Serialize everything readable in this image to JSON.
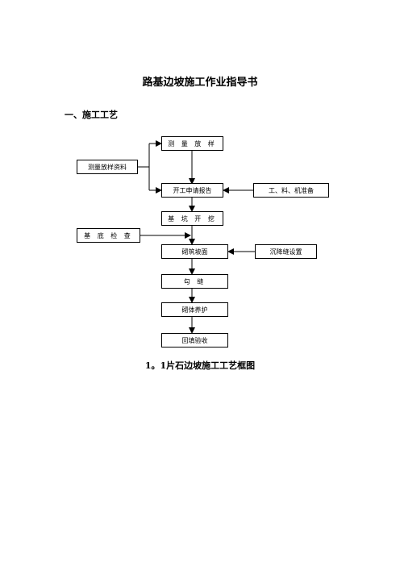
{
  "document": {
    "title": "路基边坡施工作业指导书",
    "section_heading": "一、施工工艺",
    "figure_caption": "1。1片石边坡施工工艺框图"
  },
  "flowchart": {
    "survey_layout": "测 量 放 样",
    "survey_docs": "测量放样资料",
    "start_report": "开工申请报告",
    "resources_prep": "工、料、机准备",
    "pit_excavation": "基 坑 开 挖",
    "foundation_check": "基 底 检 查",
    "masonry_slope": "砌筑坡面",
    "settlement_joint": "沉降缝设置",
    "pointing": "勾 缝",
    "masonry_curing": "砌体养护",
    "backfill_acceptance": "回填验收"
  }
}
